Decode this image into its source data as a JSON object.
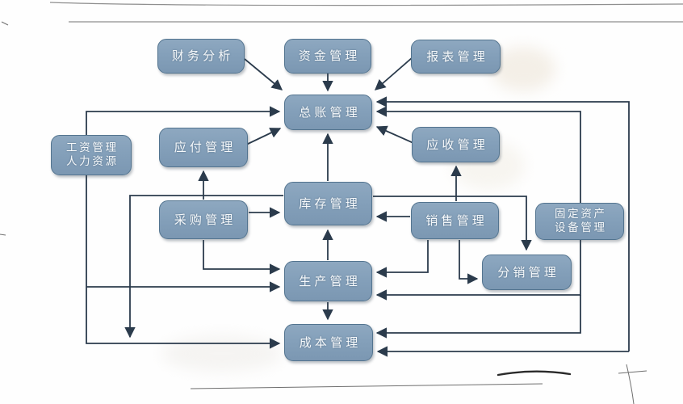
{
  "diagram": {
    "type": "erp-module-relationship-flowchart",
    "colors": {
      "node_fill": "#84a0ba",
      "node_border": "#53748f",
      "node_text": "#f6f9fb",
      "edge": "#2b3b4c",
      "background": "#fefefe"
    },
    "nodes": {
      "finance_analysis": {
        "label": "财务分析"
      },
      "funds": {
        "label": "资金管理"
      },
      "reports": {
        "label": "报表管理"
      },
      "general_ledger": {
        "label": "总账管理"
      },
      "payroll_hr": {
        "label_line1": "工资管理",
        "label_line2": "人力资源"
      },
      "accounts_payable": {
        "label": "应付管理"
      },
      "accounts_receivable": {
        "label": "应收管理"
      },
      "inventory": {
        "label": "库存管理"
      },
      "purchasing": {
        "label": "采购管理"
      },
      "sales": {
        "label": "销售管理"
      },
      "fixed_assets": {
        "label_line1": "固定资产",
        "label_line2": "设备管理"
      },
      "distribution": {
        "label": "分销管理"
      },
      "production": {
        "label": "生产管理"
      },
      "cost": {
        "label": "成本管理"
      }
    },
    "edges": [
      {
        "from": "finance_analysis",
        "to": "general_ledger"
      },
      {
        "from": "funds",
        "to": "general_ledger"
      },
      {
        "from": "reports",
        "to": "general_ledger"
      },
      {
        "from": "payroll_hr",
        "to": "general_ledger"
      },
      {
        "from": "payroll_hr",
        "to": "production"
      },
      {
        "from": "payroll_hr",
        "to": "cost"
      },
      {
        "from": "accounts_payable",
        "to": "general_ledger"
      },
      {
        "from": "accounts_receivable",
        "to": "general_ledger"
      },
      {
        "from": "purchasing",
        "to": "accounts_payable"
      },
      {
        "from": "purchasing",
        "to": "inventory"
      },
      {
        "from": "purchasing",
        "to": "production"
      },
      {
        "from": "inventory",
        "to": "general_ledger"
      },
      {
        "from": "inventory",
        "to": "distribution"
      },
      {
        "from": "inventory",
        "to": "cost"
      },
      {
        "from": "sales",
        "to": "inventory"
      },
      {
        "from": "sales",
        "to": "accounts_receivable"
      },
      {
        "from": "sales",
        "to": "production"
      },
      {
        "from": "sales",
        "to": "distribution"
      },
      {
        "from": "production",
        "to": "inventory"
      },
      {
        "from": "production",
        "to": "cost"
      },
      {
        "from": "fixed_assets",
        "to": "general_ledger"
      },
      {
        "from": "fixed_assets",
        "to": "production"
      },
      {
        "from": "fixed_assets",
        "to": "cost"
      },
      {
        "from": "cost",
        "to": "general_ledger",
        "bidirectional": true
      }
    ]
  }
}
